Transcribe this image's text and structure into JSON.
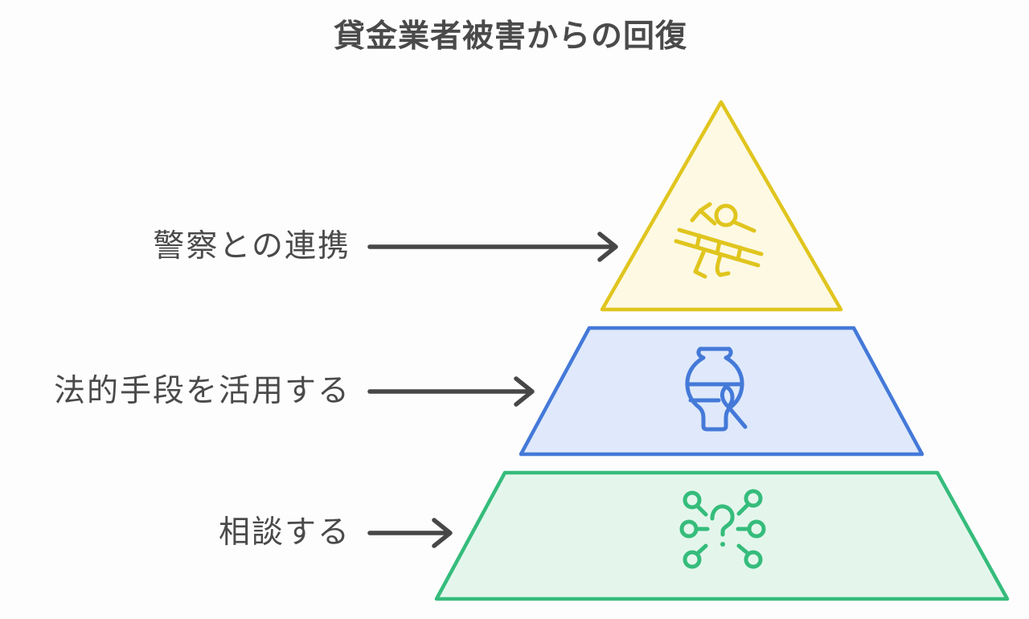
{
  "title": "貸金業者被害からの回復",
  "pyramid": {
    "levels": [
      {
        "rank": 1,
        "label": "警察との連携",
        "icon": "crime-scene-tape-icon",
        "fill": "#fdf9e3",
        "stroke": "#e0c51e"
      },
      {
        "rank": 2,
        "label": "法的手段を活用する",
        "icon": "vase-paintbrush-icon",
        "fill": "#dfe9fb",
        "stroke": "#4479d8"
      },
      {
        "rank": 3,
        "label": "相談する",
        "icon": "question-options-icon",
        "fill": "#e4f6ec",
        "stroke": "#35bc7b"
      }
    ]
  },
  "colors": {
    "background": "#fdfdfd",
    "text": "#4a4a4a",
    "arrow": "#474747"
  }
}
